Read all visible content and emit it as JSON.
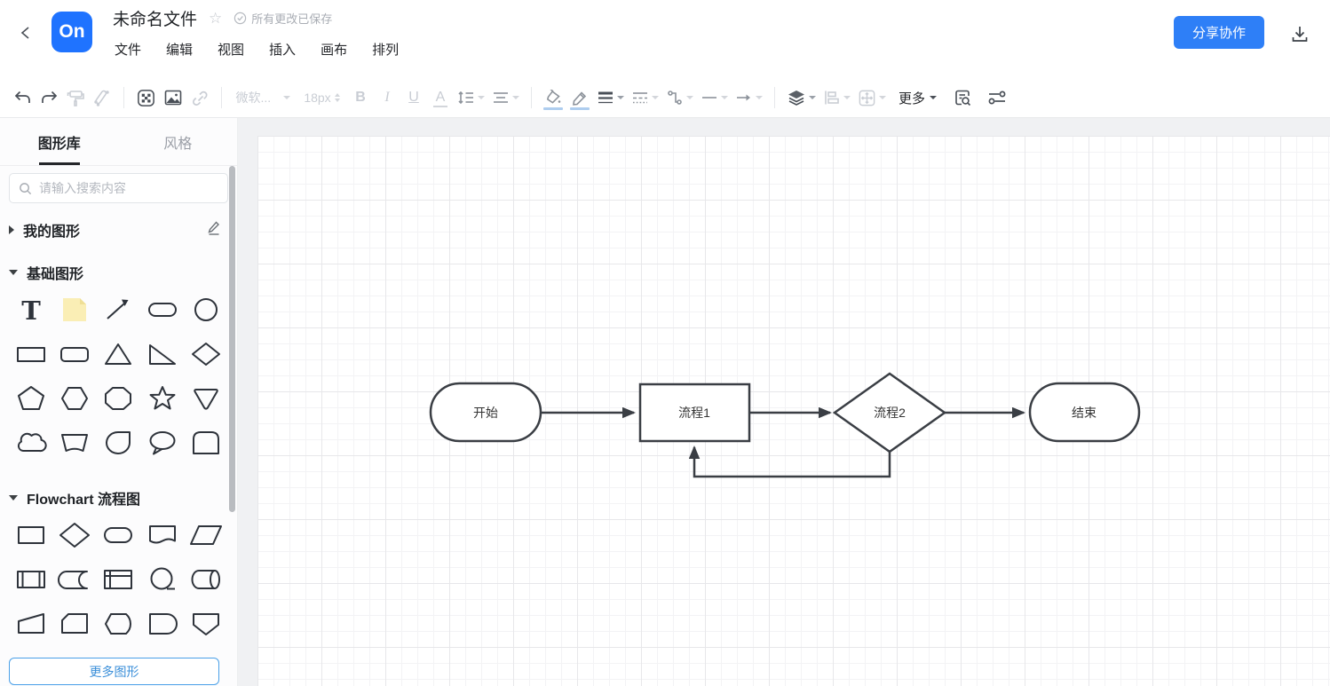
{
  "header": {
    "logo": "On",
    "title": "未命名文件",
    "save_status": "所有更改已保存",
    "menus": [
      "文件",
      "编辑",
      "视图",
      "插入",
      "画布",
      "排列"
    ],
    "share_button": "分享协作"
  },
  "toolbar": {
    "font_family": "微软...",
    "font_size": "18px",
    "more_label": "更多",
    "icons": [
      "undo",
      "redo",
      "format-painter",
      "clear-format",
      "background-grid",
      "image",
      "link",
      "font-family",
      "font-size",
      "bold",
      "italic",
      "underline",
      "font-color",
      "line-spacing",
      "text-align",
      "fill-color",
      "stroke-color",
      "line-width",
      "line-style",
      "connector-type",
      "line-start",
      "arrow-end",
      "layers",
      "align-objects",
      "auto-size",
      "more",
      "find",
      "panel-toggle"
    ]
  },
  "sidebar": {
    "tabs": [
      {
        "label": "图形库",
        "active": true
      },
      {
        "label": "风格",
        "active": false
      }
    ],
    "search_placeholder": "请输入搜索内容",
    "sections": [
      {
        "id": "my",
        "title": "我的图形",
        "collapsed": true,
        "shapes": []
      },
      {
        "id": "basic",
        "title": "基础图形",
        "collapsed": false,
        "shapes": [
          "text",
          "sticky-note",
          "arrow",
          "stadium",
          "circle",
          "rectangle",
          "rounded-rectangle",
          "triangle",
          "right-triangle",
          "diamond",
          "pentagon",
          "hexagon",
          "octagon",
          "star",
          "cone",
          "cloud",
          "banner",
          "teardrop",
          "callout",
          "card-rounded-top"
        ]
      },
      {
        "id": "flowchart",
        "title": "Flowchart 流程图",
        "collapsed": false,
        "shapes": [
          "process",
          "decision",
          "terminator",
          "document",
          "data",
          "predefined-process",
          "stored-data",
          "internal-storage",
          "sequential-storage",
          "direct-storage",
          "manual-input",
          "card",
          "display",
          "delay",
          "off-page-connector"
        ]
      }
    ],
    "more_shapes_button": "更多图形"
  },
  "canvas": {
    "nodes": [
      {
        "id": "start",
        "type": "terminator",
        "label": "开始"
      },
      {
        "id": "p1",
        "type": "process",
        "label": "流程1"
      },
      {
        "id": "p2",
        "type": "decision",
        "label": "流程2"
      },
      {
        "id": "end",
        "type": "terminator",
        "label": "结束"
      }
    ],
    "connections": [
      {
        "from": "开始",
        "to": "流程1"
      },
      {
        "from": "流程1",
        "to": "流程2"
      },
      {
        "from": "流程2",
        "to": "结束"
      },
      {
        "from": "流程2",
        "to": "流程1",
        "type": "feedback"
      }
    ]
  },
  "colors": {
    "brand_blue": "#1f73ff",
    "share_button_blue": "#2e7ff7",
    "more_shapes_blue": "#3b8fd9",
    "shape_stroke": "#3a3e44"
  }
}
